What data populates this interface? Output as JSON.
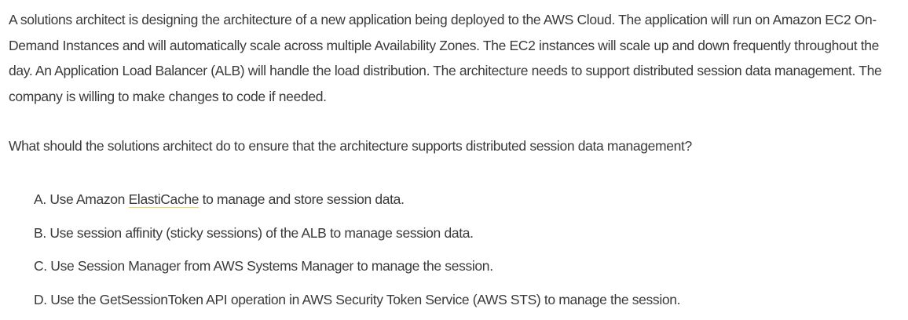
{
  "question": {
    "text": "A solutions architect is designing the architecture of a new application being deployed to the AWS Cloud. The application will run on Amazon EC2 On-Demand Instances and will automatically scale across multiple Availability Zones. The EC2 instances will scale up and down frequently throughout the day. An Application Load Balancer (ALB) will handle the load distribution. The architecture needs to support distributed session data management. The company is willing to make changes to code if needed."
  },
  "prompt": {
    "text": "What should the solutions architect do to ensure that the architecture supports distributed session data management?"
  },
  "options": [
    {
      "prefix": "A. Use Amazon ",
      "highlight": "ElastiCache",
      "suffix": " to manage and store session data."
    },
    {
      "text": "B. Use session affinity (sticky sessions) of the ALB to manage session data."
    },
    {
      "text": "C. Use Session Manager from AWS Systems Manager to manage the session."
    },
    {
      "text": "D. Use the GetSessionToken API operation in AWS Security Token Service (AWS STS) to manage the session."
    }
  ]
}
